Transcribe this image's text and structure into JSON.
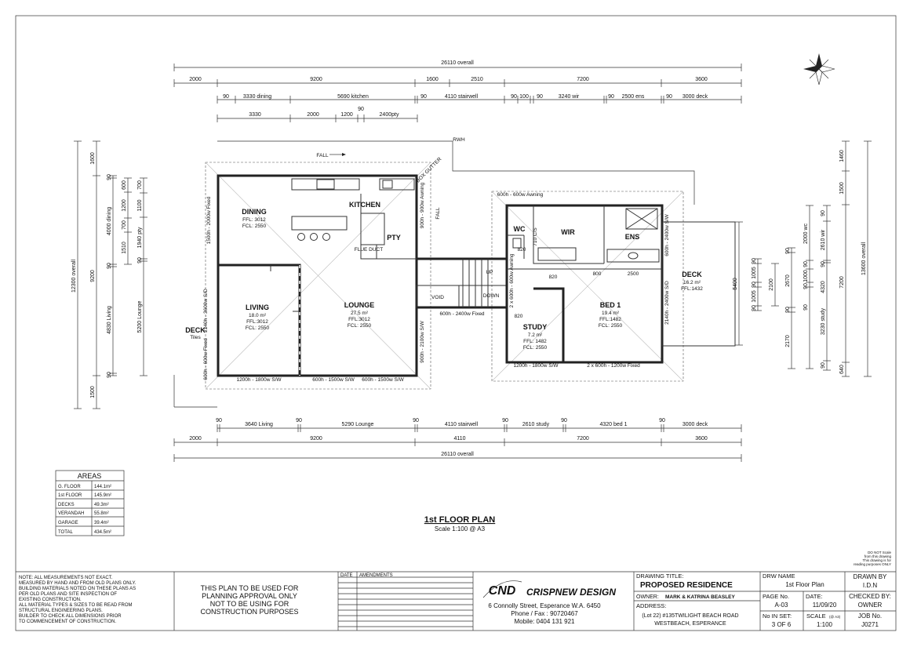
{
  "dimensions_top": {
    "overall": "26110 overall",
    "row2": [
      "2000",
      "9200",
      "1600",
      "2510",
      "7200",
      "3600"
    ],
    "row3": [
      "90",
      "3330 dining",
      "5690 kitchen",
      "90",
      "4110 stairwell",
      "90",
      "100",
      "90",
      "3240 wir",
      "90",
      "2500 ens",
      "90",
      "3000 deck"
    ],
    "row4": [
      "3330",
      "2000",
      "1200",
      "90",
      "2400pty"
    ]
  },
  "dimensions_bottom": {
    "row1": [
      "90",
      "3640 Living",
      "90",
      "5290 Lounge",
      "90",
      "4110 stairwell",
      "90",
      "2610 study",
      "90",
      "4320 bed 1",
      "90",
      "3000 deck"
    ],
    "row2": [
      "2000",
      "9200",
      "4110",
      "7200",
      "3600"
    ],
    "overall": "26110 overall"
  },
  "dimensions_left": {
    "overall": "12300 overall",
    "col2": [
      "1600",
      "9200",
      "1500"
    ],
    "col3": [
      "90",
      "4000 dining",
      "90",
      "4830 Living",
      "90"
    ],
    "col4": [
      "600",
      "1200",
      "700",
      "1510"
    ],
    "col5": [
      "700",
      "1100",
      "1940 pty",
      "90",
      "5200 Lounge"
    ]
  },
  "dimensions_right": {
    "overall": "13600 overall",
    "col1": [
      "1460",
      "1500",
      "7200",
      "640"
    ],
    "col2": [
      "90",
      "2610 wir",
      "90",
      "4320",
      "3230 study",
      "90"
    ],
    "col3": [
      "2000 wc",
      "90",
      "1000",
      "90",
      "90"
    ],
    "col4": [
      "90",
      "2670",
      "90",
      "2170"
    ],
    "col5": [
      "90",
      "1005",
      "90",
      "1005",
      "90"
    ],
    "col6": [
      "2100"
    ],
    "deck_dim": "5400"
  },
  "rooms": {
    "dining": {
      "name": "DINING",
      "ffl": "FFL: 3012",
      "fcl": "FCL: 2550"
    },
    "kitchen": {
      "name": "KITCHEN"
    },
    "pty": {
      "name": "PTY"
    },
    "living": {
      "name": "LIVING",
      "area": "18.0 m²",
      "ffl": "FFL:3012",
      "fcl": "FCL: 2550"
    },
    "lounge": {
      "name": "LOUNGE",
      "area": "27.5 m²",
      "ffl": "FFL:3012",
      "fcl": "FCL: 2550"
    },
    "wc": {
      "name": "WC"
    },
    "wir": {
      "name": "WIR"
    },
    "ens": {
      "name": "ENS"
    },
    "bed1": {
      "name": "BED 1",
      "area": "19.4 m²",
      "ffl": "FFL:1482",
      "fcl": "FCL: 2550"
    },
    "study": {
      "name": "STUDY",
      "area": "7.2 m²",
      "ffl": "FFL: 1482",
      "fcl": "FCL: 2550"
    },
    "deck_right": {
      "name": "DECK",
      "area": "16.2 m²",
      "ffl": "FFL:1432"
    },
    "deck_left": {
      "name": "DECK",
      "sub": "Tiles"
    },
    "void": {
      "name": "VOID"
    }
  },
  "labels": {
    "fall_top": "FALL",
    "fall_side": "FALL",
    "rwh": "RWH",
    "box_gutter": "BOX GUTTER",
    "flue_duct": "FLUE DUCT",
    "up": "UP",
    "down": "DOWN",
    "win_kitchen": "900h - 900w Awning",
    "win_dining": "1500h - 2000w Fixed",
    "win_living_side": "2140h - 3600w S/D",
    "win_living_small": "600h - 600w Fixed",
    "win_living_bottom": "1200h - 1800w S/W",
    "win_lounge_bottom1": "600h - 1500w S/W",
    "win_lounge_bottom2": "600h - 1500w S/W",
    "win_lounge_right": "900h - 2100w S/W",
    "win_stair": "600h - 2400w Fixed",
    "win_wc_top": "600h - 600w Awning",
    "win_wc_side": "2 x 600h - 600w Awning",
    "win_ens": "600h - 2400w S/W",
    "win_bed_side": "2140h - 2400w S/D",
    "win_study_bottom": "1200h - 1800w S/W",
    "win_bed_bottom": "2 x 600h - 1200w Fixed",
    "door_820_a": "820",
    "door_820_b": "820",
    "door_820_c": "820",
    "door_800": "800",
    "ens_2500": "2500",
    "robe_710": "710 C/S"
  },
  "areas": {
    "title": "AREAS",
    "rows": [
      {
        "label": "G. FLOOR",
        "value": "144.1m²"
      },
      {
        "label": "1st FLOOR",
        "value": "145.9m²"
      },
      {
        "label": "DECKS",
        "value": "49.3m²"
      },
      {
        "label": "VERANDAH",
        "value": "55.8m²"
      },
      {
        "label": "GARAGE",
        "value": "39.4m²"
      },
      {
        "label": "TOTAL",
        "value": "434.5m²"
      }
    ]
  },
  "plan_title": {
    "title": "1st FLOOR PLAN",
    "scale": "Scale 1:100 @ A3"
  },
  "scale_note": [
    "DO NOT Scale",
    "from this drawing",
    "This drawing is for",
    "reading purposes ONLY"
  ],
  "title_block": {
    "notes": [
      "NOTE: ALL MEASUREMENTS NOT EXACT.",
      "MEASURED BY HAND AND FROM OLD PLANS ONLY.",
      "BUILDING MATERIALS NOTED ON THESE PLANS AS",
      "PER OLD PLANS AND SITE INSPECTION OF",
      "EXISTING CONSTRUCTION.",
      "ALL MATERIAL TYPES & SIZES TO BE READ FROM",
      "STRUCTURAL ENGINEERING PLANS.",
      "BUILDER TO CHECK ALL DIMENSIONS PRIOR",
      "TO COMMENCEMENT OF CONSTRUCTION."
    ],
    "approval": [
      "THIS PLAN TO BE USED FOR",
      "PLANNING APPROVAL ONLY",
      "NOT TO BE USING FOR",
      "CONSTRUCTION PURPOSES"
    ],
    "date_hdr": "DATE",
    "amend_hdr": "AMENDMENTS",
    "company": {
      "logo": "CND",
      "name": "CRISPNEW DESIGN",
      "address": "6 Connolly Street, Esperance W.A. 6450",
      "phone": "Phone / Fax : 90720467",
      "mobile": "Mobile: 0404 131 921"
    },
    "drawing_title_label": "DRAWING TITLE:",
    "drawing_title": "PROPOSED RESIDENCE",
    "owner_label": "OWNER:",
    "owner": "MARK & KATRINA BEASLEY",
    "address_label": "ADDRESS:",
    "address1": "(Lot 22) #135TWILIGHT BEACH ROAD",
    "address2": "WESTBEACH, ESPERANCE",
    "drw_name_label": "DRW NAME",
    "drw_name": "1st Floor Plan",
    "drawn_by_label": "DRAWN BY",
    "drawn_by": "I.D.N",
    "page_no_label": "PAGE No.",
    "page_no": "A-03",
    "date_label": "DATE:",
    "date": "11/09/20",
    "checked_by_label": "CHECKED BY:",
    "checked_by": "OWNER",
    "no_in_set_label": "No IN SET:",
    "no_in_set": "3 OF 6",
    "scale_label": "SCALE",
    "scale_sub": "(@ A3)",
    "scale": "1:100",
    "job_no_label": "JOB No.",
    "job_no": "J0271"
  },
  "colors": {
    "line": "#222222",
    "background": "#ffffff"
  }
}
